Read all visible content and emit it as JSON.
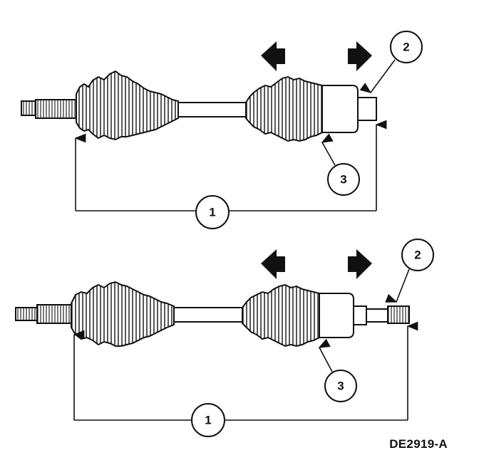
{
  "figure": {
    "code": "DE2919-A"
  },
  "top_assembly": {
    "callouts": {
      "length": "1",
      "stub": "2",
      "boot": "3"
    }
  },
  "bottom_assembly": {
    "callouts": {
      "length": "1",
      "stub": "2",
      "boot": "3"
    }
  },
  "colors": {
    "ink": "#111111",
    "fill": "#ffffff",
    "shade": "#222222"
  },
  "icons": [
    "left-arrow-icon",
    "right-arrow-icon"
  ]
}
